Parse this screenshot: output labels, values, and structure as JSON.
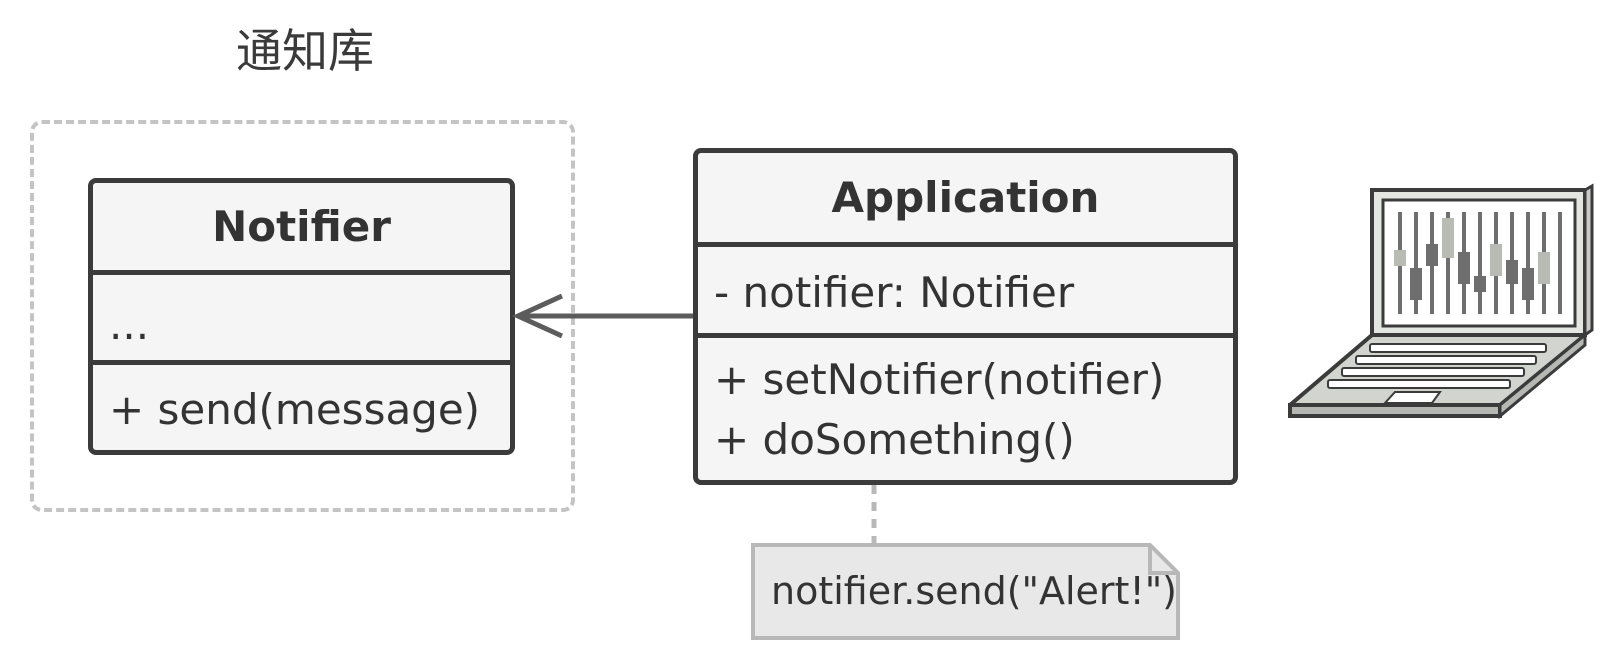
{
  "package": {
    "title": "通知库"
  },
  "notifier_class": {
    "name": "Notifier",
    "fields": [
      "..."
    ],
    "methods": [
      "+ send(message)"
    ]
  },
  "application_class": {
    "name": "Application",
    "fields": [
      "- notifier: Notifier"
    ],
    "methods": [
      "+ setNotifier(notifier)",
      "+ doSomething()"
    ]
  },
  "note": {
    "text": "notifier.send(\"Alert!\")"
  },
  "icons": [
    "laptop-icon"
  ],
  "colors": {
    "stroke": "#3b3b3b",
    "box_fill": "#f5f5f5",
    "note_fill": "#e8e8e8",
    "dashed_frame": "#c4c4c4"
  }
}
